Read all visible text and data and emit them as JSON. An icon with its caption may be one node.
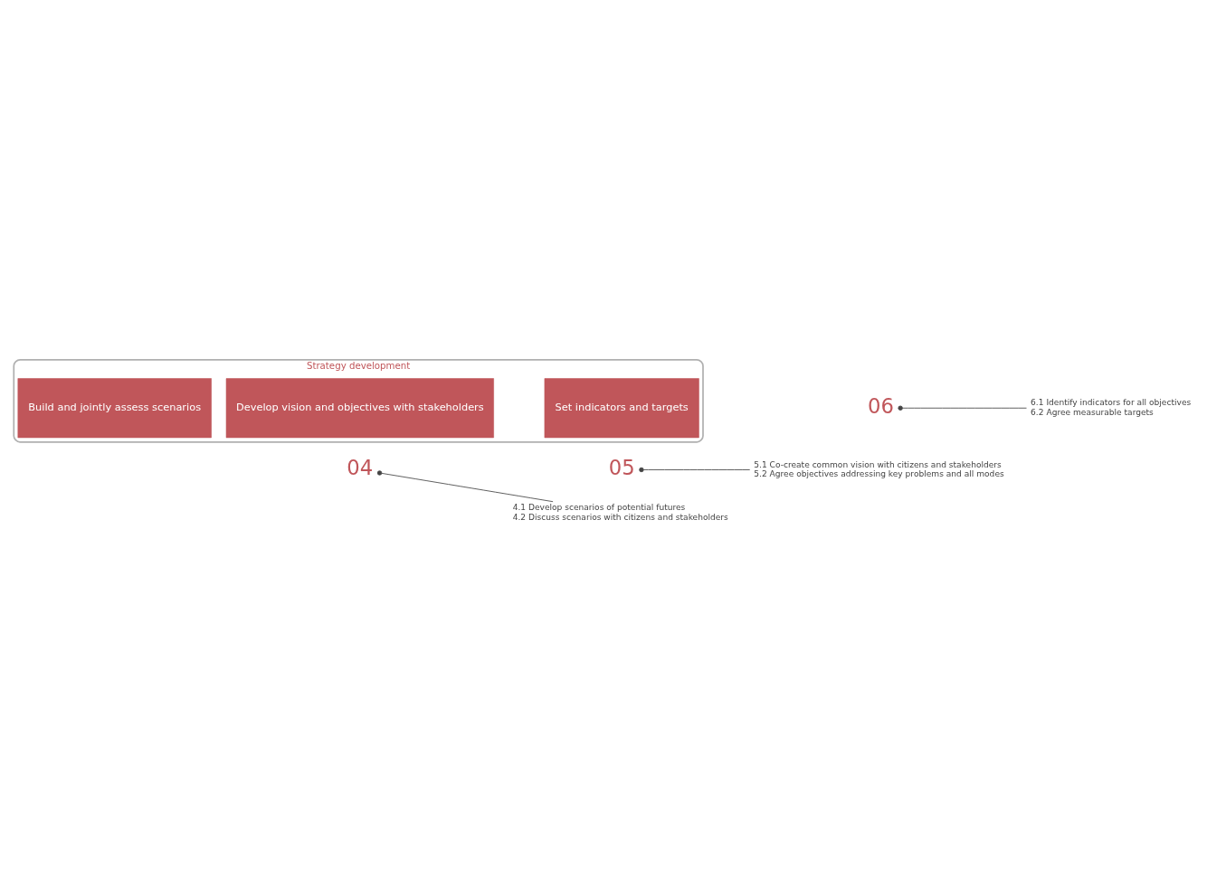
{
  "diagram": {
    "nodes": [
      {
        "text": [
          "Strategy development"
        ]
      },
      {
        "text": [
          "Build and jointly assess scenarios"
        ],
        "in": 0
      },
      {
        "text": [
          "04"
        ]
      },
      {
        "text": [
          "4.1 Develop scenarios of potential futures",
          "4.2 Discuss scenarios with citizens and stakeholders"
        ]
      },
      {
        "text": [
          "Develop vision and objectives with stakeholders"
        ],
        "in": 0
      },
      {
        "text": [
          "05"
        ]
      },
      {
        "text": [
          "5.1 Co-create common vision with citizens and stakeholders",
          "5.2 Agree objectives addressing key problems and all modes"
        ]
      },
      {
        "text": [
          "Set indicators and targets"
        ],
        "in": 0
      },
      {
        "text": [
          "06"
        ]
      },
      {
        "text": [
          "6.1 Identify indicators for all objectives",
          "6.2 Agree measurable targets"
        ]
      }
    ],
    "edges": [
      {
        "from": 2,
        "to": 3,
        "arrow": "other"
      },
      {
        "from": 5,
        "to": 6,
        "arrow": "other"
      },
      {
        "from": 8,
        "to": 9,
        "arrow": "other"
      }
    ]
  }
}
